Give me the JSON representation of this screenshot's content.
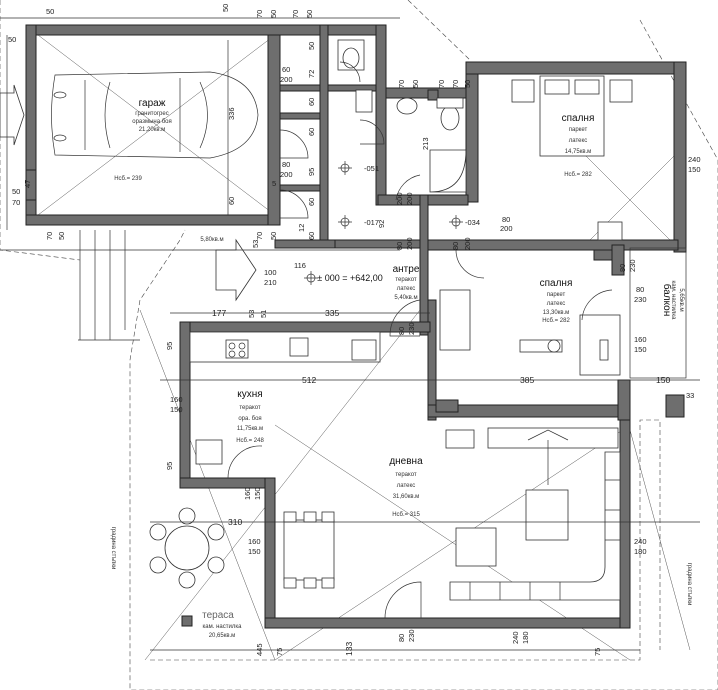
{
  "rooms": {
    "garage": {
      "name": "гараж",
      "finish1": "гранитогрес",
      "finish2": "оразмына боя",
      "area": "21,20кв.м",
      "level": "Нсб.= 239"
    },
    "bedroom1": {
      "name": "спалня",
      "finish1": "паркет",
      "finish2": "латекс",
      "area": "14,75кв.м",
      "level": "Нсб.= 282"
    },
    "bedroom2": {
      "name": "спалня",
      "finish1": "паркет",
      "finish2": "латекс",
      "area": "13,30кв.м",
      "level": "Нсб.= 282"
    },
    "entry": {
      "name": "антре",
      "finish1": "теракот",
      "finish2": "латекс",
      "area": "5,40кв.м"
    },
    "kitchen": {
      "name": "кухня",
      "finish1": "теракот",
      "finish2": "ора. боя",
      "area": "11,75кв.м",
      "level": "Нсб.= 248"
    },
    "living": {
      "name": "дневна",
      "finish1": "теракот",
      "finish2": "латекс",
      "area": "31,60кв.м",
      "level": "Нсб.= 315"
    },
    "terrace": {
      "name": "тераса",
      "finish1": "кам. настилка",
      "area": "20,65кв.м"
    },
    "balcony": {
      "name": "балкон",
      "finish1": "кам. настилка",
      "area": "5,65кв.м"
    },
    "porch": {
      "area": "5,80кв.м"
    }
  },
  "levels": {
    "main": "± 000 = +642,00",
    "l1": "-051",
    "l2": "-017",
    "l3": "-034"
  },
  "side_labels": {
    "stair_left": "градина стъпки",
    "stair_right": "градина стъпки"
  },
  "dims": {
    "top_a": "50",
    "top_b": "50",
    "top_c": "70",
    "top_d": "50",
    "top_e": "70",
    "top_f": "50",
    "left_50": "50",
    "left_47": "47",
    "left_5070": "50",
    "left_70b": "70",
    "g336": "336",
    "g60": "60",
    "g70a": "70",
    "g50a": "50",
    "g70b": "70",
    "g50b": "50",
    "d6020": "60",
    "d200a": "200",
    "d72": "72",
    "d50c": "50",
    "d60d": "60",
    "d60e": "60",
    "d95": "95",
    "d80a": "80",
    "d200b": "200",
    "d5": "5",
    "d60f": "60",
    "d12": "12",
    "d60g": "60",
    "d70c": "70",
    "d50e": "50",
    "d213": "213",
    "d92": "92",
    "d70e": "70",
    "d70f": "70",
    "d50f": "50",
    "d200c": "200",
    "d200d": "200",
    "d80b": "80",
    "d200e": "200",
    "d80c": "80",
    "d200f": "200",
    "d80d": "80",
    "d200g": "200",
    "d240a": "240",
    "d150a": "150",
    "d53": "53",
    "d116": "116",
    "d100": "100",
    "d210": "210",
    "d177": "177",
    "d335": "335",
    "d95b": "95",
    "d512": "512",
    "d385": "385",
    "d150b": "150",
    "d33": "33",
    "d160a": "160",
    "d150c": "150",
    "d80e": "80",
    "d230a": "230",
    "d160b": "160",
    "d150d": "150",
    "d160c": "160",
    "d150e": "150",
    "d95c": "95",
    "d80f": "80",
    "d230b": "230",
    "d310": "310",
    "d160d": "160",
    "d150f": "150",
    "d240b": "240",
    "d180a": "180",
    "d445": "445",
    "d75a": "75",
    "d133": "133",
    "d80g": "80",
    "d230c": "230",
    "d240c": "240",
    "d180b": "180",
    "d75b": "75",
    "d80h": "80",
    "d230d": "230",
    "d53b": "53",
    "d51": "51"
  }
}
